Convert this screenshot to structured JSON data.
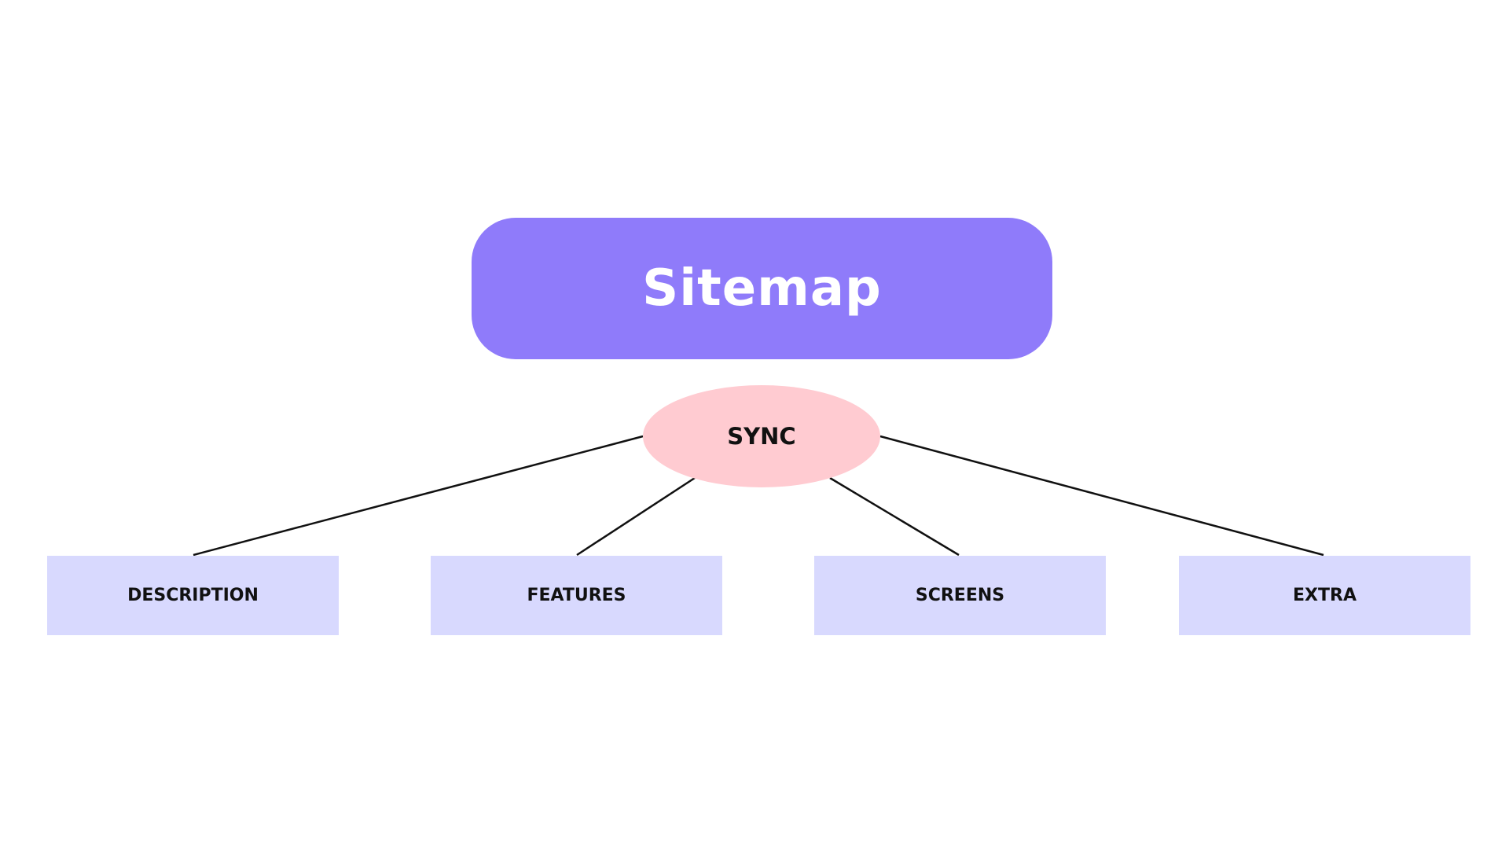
{
  "title": "Sitemap",
  "hub": "SYNC",
  "sections": [
    "DESCRIPTION",
    "FEATURES",
    "SCREENS",
    "EXTRA"
  ],
  "colors": {
    "title_bg": "#8f7bfa",
    "hub_bg": "#ffcbd1",
    "section_bg": "#d8d9fe",
    "line": "#111111"
  }
}
